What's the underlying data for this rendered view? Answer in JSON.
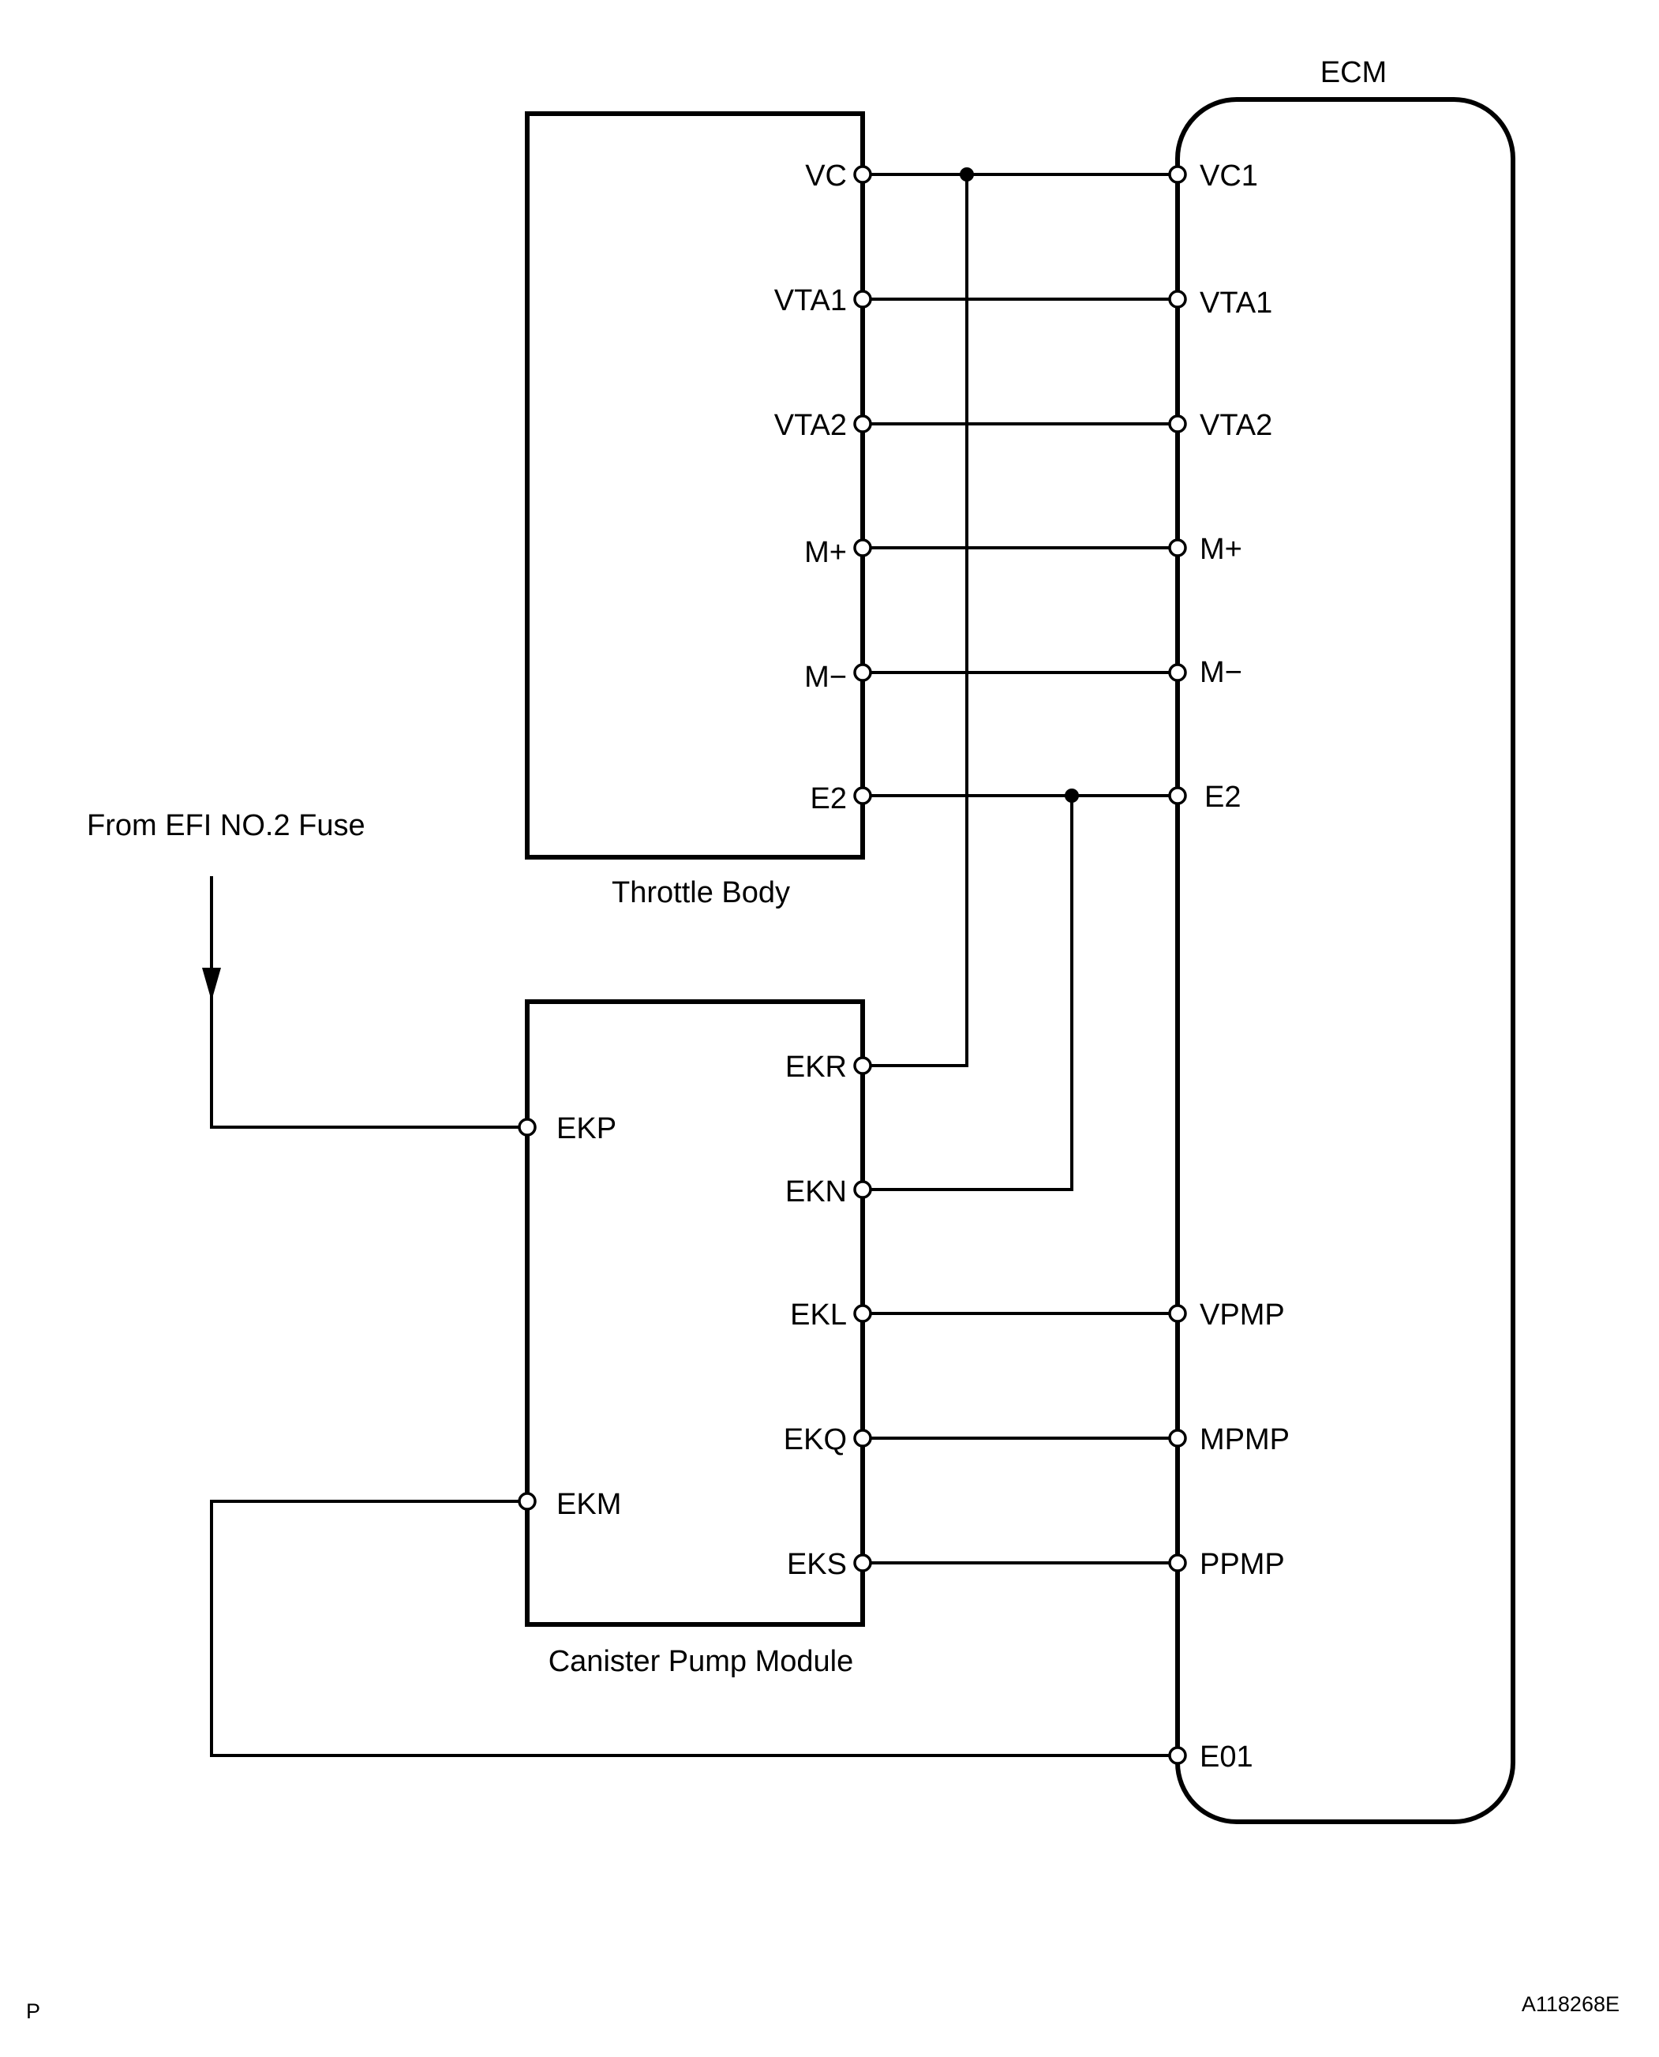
{
  "components": {
    "ecm": "ECM",
    "throttle_body": "Throttle Body",
    "canister_pump": "Canister Pump Module"
  },
  "throttle_pins": [
    "VC",
    "VTA1",
    "VTA2",
    "M+",
    "M−",
    "E2"
  ],
  "ecm_pins": [
    "VC1",
    "VTA1",
    "VTA2",
    "M+",
    "M−",
    "E2",
    "VPMP",
    "MPMP",
    "PPMP",
    "E01"
  ],
  "canister_right_pins": [
    "EKR",
    "EKN",
    "EKL",
    "EKQ",
    "EKS"
  ],
  "canister_left_pins": [
    "EKP",
    "EKM"
  ],
  "power_source": "From EFI NO.2 Fuse",
  "footer": {
    "left_code": "P",
    "figure_id": "A118268E"
  }
}
